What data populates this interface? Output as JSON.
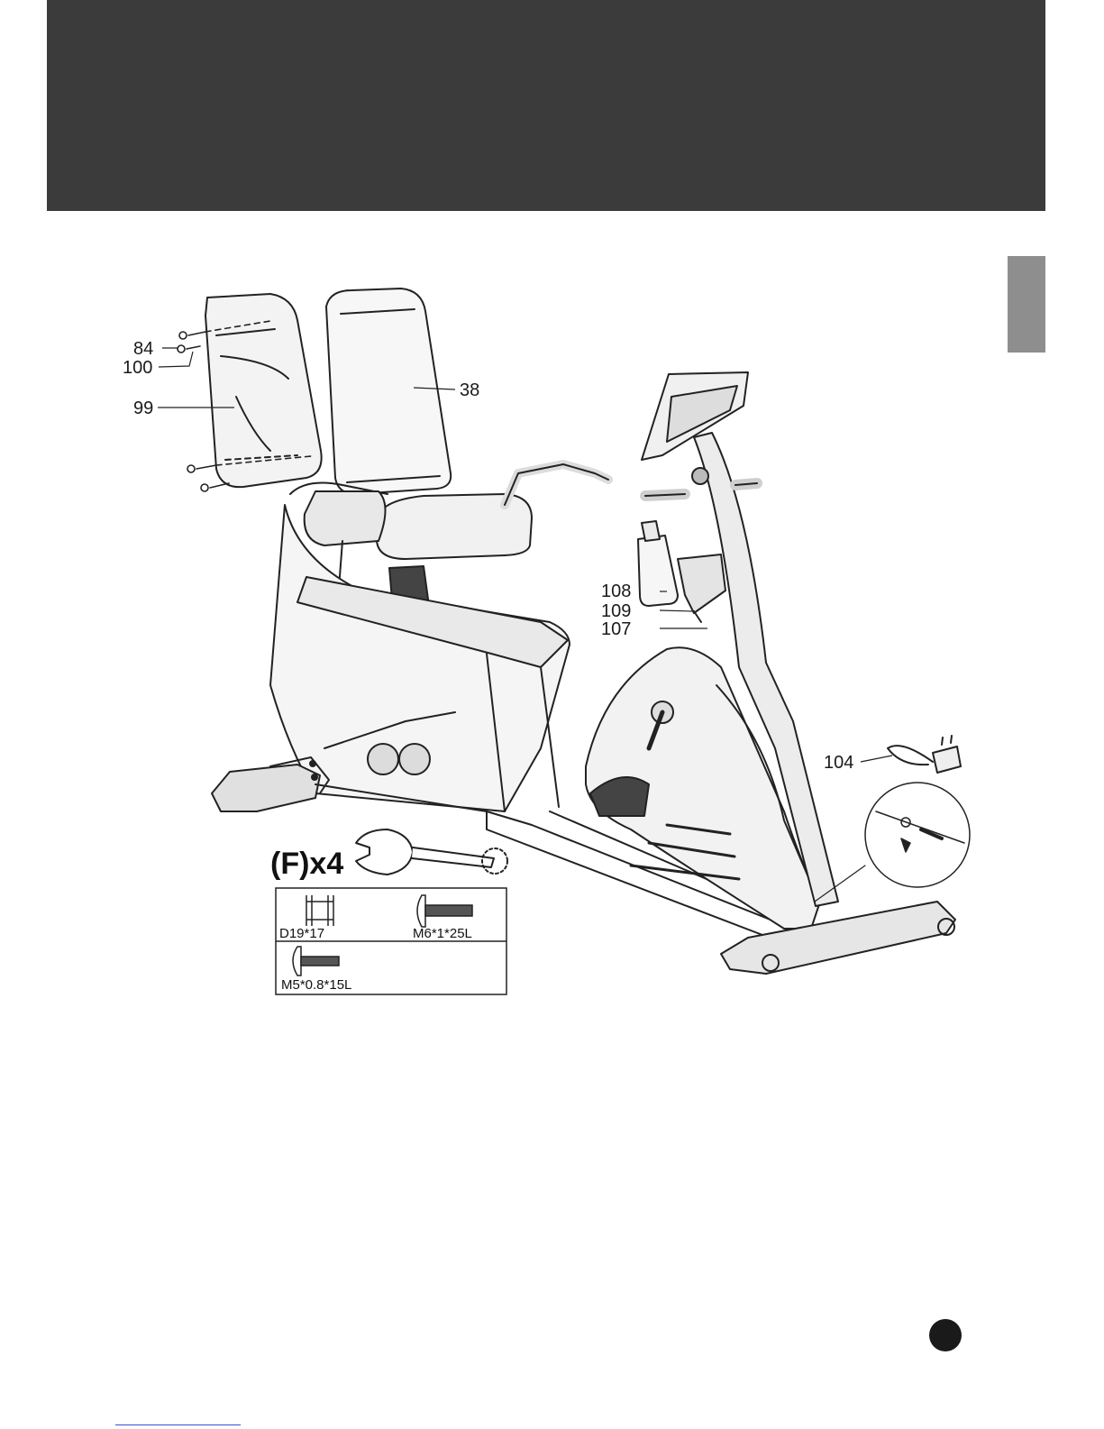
{
  "callouts": {
    "seat_back": "38",
    "rear_cover": "99",
    "screw_84": "84",
    "washer_100": "100",
    "bottle": "108",
    "bottle_screw": "109",
    "bottle_bracket": "107",
    "adapter": "104"
  },
  "hardware": {
    "quantity_label": "(F)x4",
    "washer_label": "D19*17",
    "bolt_label": "M6*1*25L",
    "screw_label": "M5*0.8*15L"
  }
}
